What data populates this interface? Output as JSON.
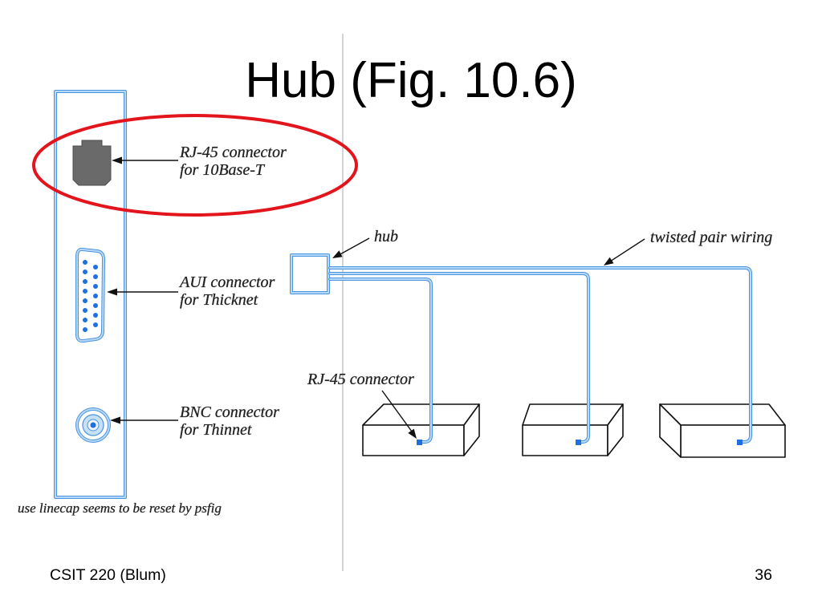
{
  "slide": {
    "title": "Hub (Fig. 10.6)",
    "footer_left": "CSIT 220 (Blum)",
    "page_number": "36"
  },
  "figure": {
    "nic_panel": {
      "rj45_label": [
        "RJ-45 connector",
        "for 10Base-T"
      ],
      "aui_label": [
        "AUI connector",
        "for Thicknet"
      ],
      "bnc_label": [
        "BNC connector",
        "for Thinnet"
      ],
      "rj45_circled": true
    },
    "network": {
      "hub_label": "hub",
      "wiring_label": "twisted pair wiring",
      "connector_label": "RJ-45 connector"
    },
    "caption": "use linecap seems to be reset by psfig"
  },
  "colors": {
    "highlight": "#e3151c",
    "outline_blue": "#4a93e0",
    "fill_blue": "#b7d9f8",
    "pin_blue": "#1f6fe0",
    "connector_gray": "#6a6a6a",
    "divider_gray": "#b8b8b8"
  }
}
